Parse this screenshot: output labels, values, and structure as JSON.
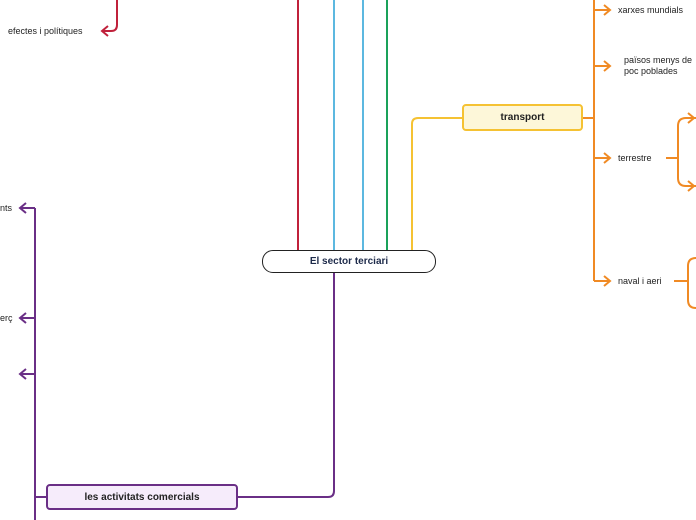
{
  "colors": {
    "red": "#c0213b",
    "lightblue": "#5cb8e0",
    "green": "#1aa15a",
    "yellow": "#f5c233",
    "orange": "#f08a24",
    "purple": "#6a2f86"
  },
  "central": {
    "label": "El sector terciari"
  },
  "transport": {
    "label": "transport",
    "children": {
      "xarxes": "xarxes mundials",
      "paisos_line1": "països menys de",
      "paisos_line2": "poc poblades",
      "terrestre": "terrestre",
      "naval": "naval i aeri"
    }
  },
  "comercials": {
    "label": "les activitats comercials",
    "children": {
      "c1": "nts",
      "c2": "erç"
    }
  },
  "red_branch": {
    "effects": "efectes i polítiques"
  }
}
